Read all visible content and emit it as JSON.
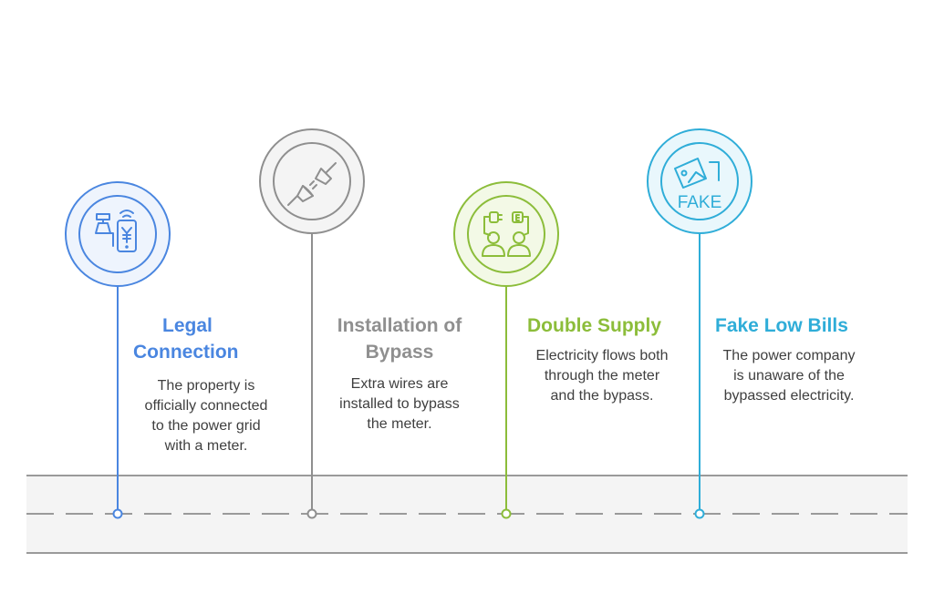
{
  "diagram": {
    "steps": [
      {
        "title": "Legal Connection",
        "title_lines": [
          "Legal",
          "Connection"
        ],
        "description_lines": [
          "The property is",
          "officially connected",
          "to the power grid",
          "with a meter."
        ],
        "icon": "cash-register-phone-yuan-icon",
        "color": "#4a86e0",
        "fill": "#eef4fd"
      },
      {
        "title": "Installation of Bypass",
        "title_lines": [
          "Installation of",
          "Bypass"
        ],
        "description_lines": [
          "Extra wires are",
          "installed to bypass",
          "the meter."
        ],
        "icon": "unplugged-plug-icon",
        "color": "#8f8f8f",
        "fill": "#f4f4f4"
      },
      {
        "title": "Double Supply",
        "title_lines": [
          "Double Supply"
        ],
        "description_lines": [
          "Electricity flows both",
          "through the meter",
          "and the bypass."
        ],
        "icon": "two-people-plugs-icon",
        "color": "#8cbd3a",
        "fill": "#f3f9e6"
      },
      {
        "title": "Fake Low Bills",
        "title_lines": [
          "Fake Low Bills"
        ],
        "description_lines": [
          "The power company",
          "is unaware of the",
          "bypassed electricity."
        ],
        "icon": "fake-image-icon",
        "color": "#2fadd8",
        "fill": "#e9f7fc"
      }
    ],
    "icon_text": {
      "fake": "FAKE"
    }
  },
  "road": {
    "fill": "#f4f4f4",
    "line": "#9a9a9a"
  }
}
